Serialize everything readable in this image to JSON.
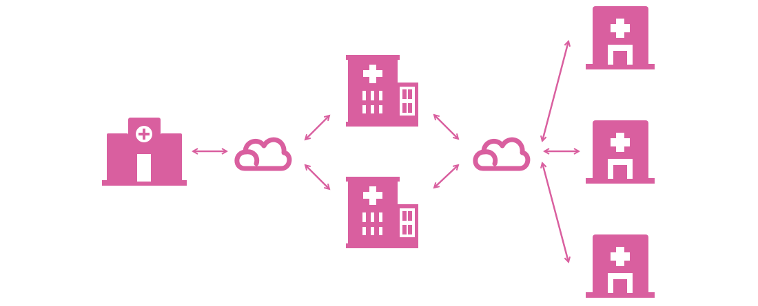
{
  "diagram": {
    "colors": {
      "icon": "#d95f9f",
      "background": "#ffffff"
    },
    "nodes": [
      {
        "id": "main-hospital",
        "icon": "hospital-campus-icon"
      },
      {
        "id": "cloud-1",
        "icon": "cloud-icon"
      },
      {
        "id": "hospital-top",
        "icon": "hospital-building-icon"
      },
      {
        "id": "hospital-bottom",
        "icon": "hospital-building-icon"
      },
      {
        "id": "cloud-2",
        "icon": "cloud-icon"
      },
      {
        "id": "clinic-1",
        "icon": "clinic-icon"
      },
      {
        "id": "clinic-2",
        "icon": "clinic-icon"
      },
      {
        "id": "clinic-3",
        "icon": "clinic-icon"
      }
    ],
    "edges": [
      [
        "main-hospital",
        "cloud-1"
      ],
      [
        "cloud-1",
        "hospital-top"
      ],
      [
        "cloud-1",
        "hospital-bottom"
      ],
      [
        "hospital-top",
        "cloud-2"
      ],
      [
        "hospital-bottom",
        "cloud-2"
      ],
      [
        "cloud-2",
        "clinic-1"
      ],
      [
        "cloud-2",
        "clinic-2"
      ],
      [
        "cloud-2",
        "clinic-3"
      ]
    ]
  }
}
